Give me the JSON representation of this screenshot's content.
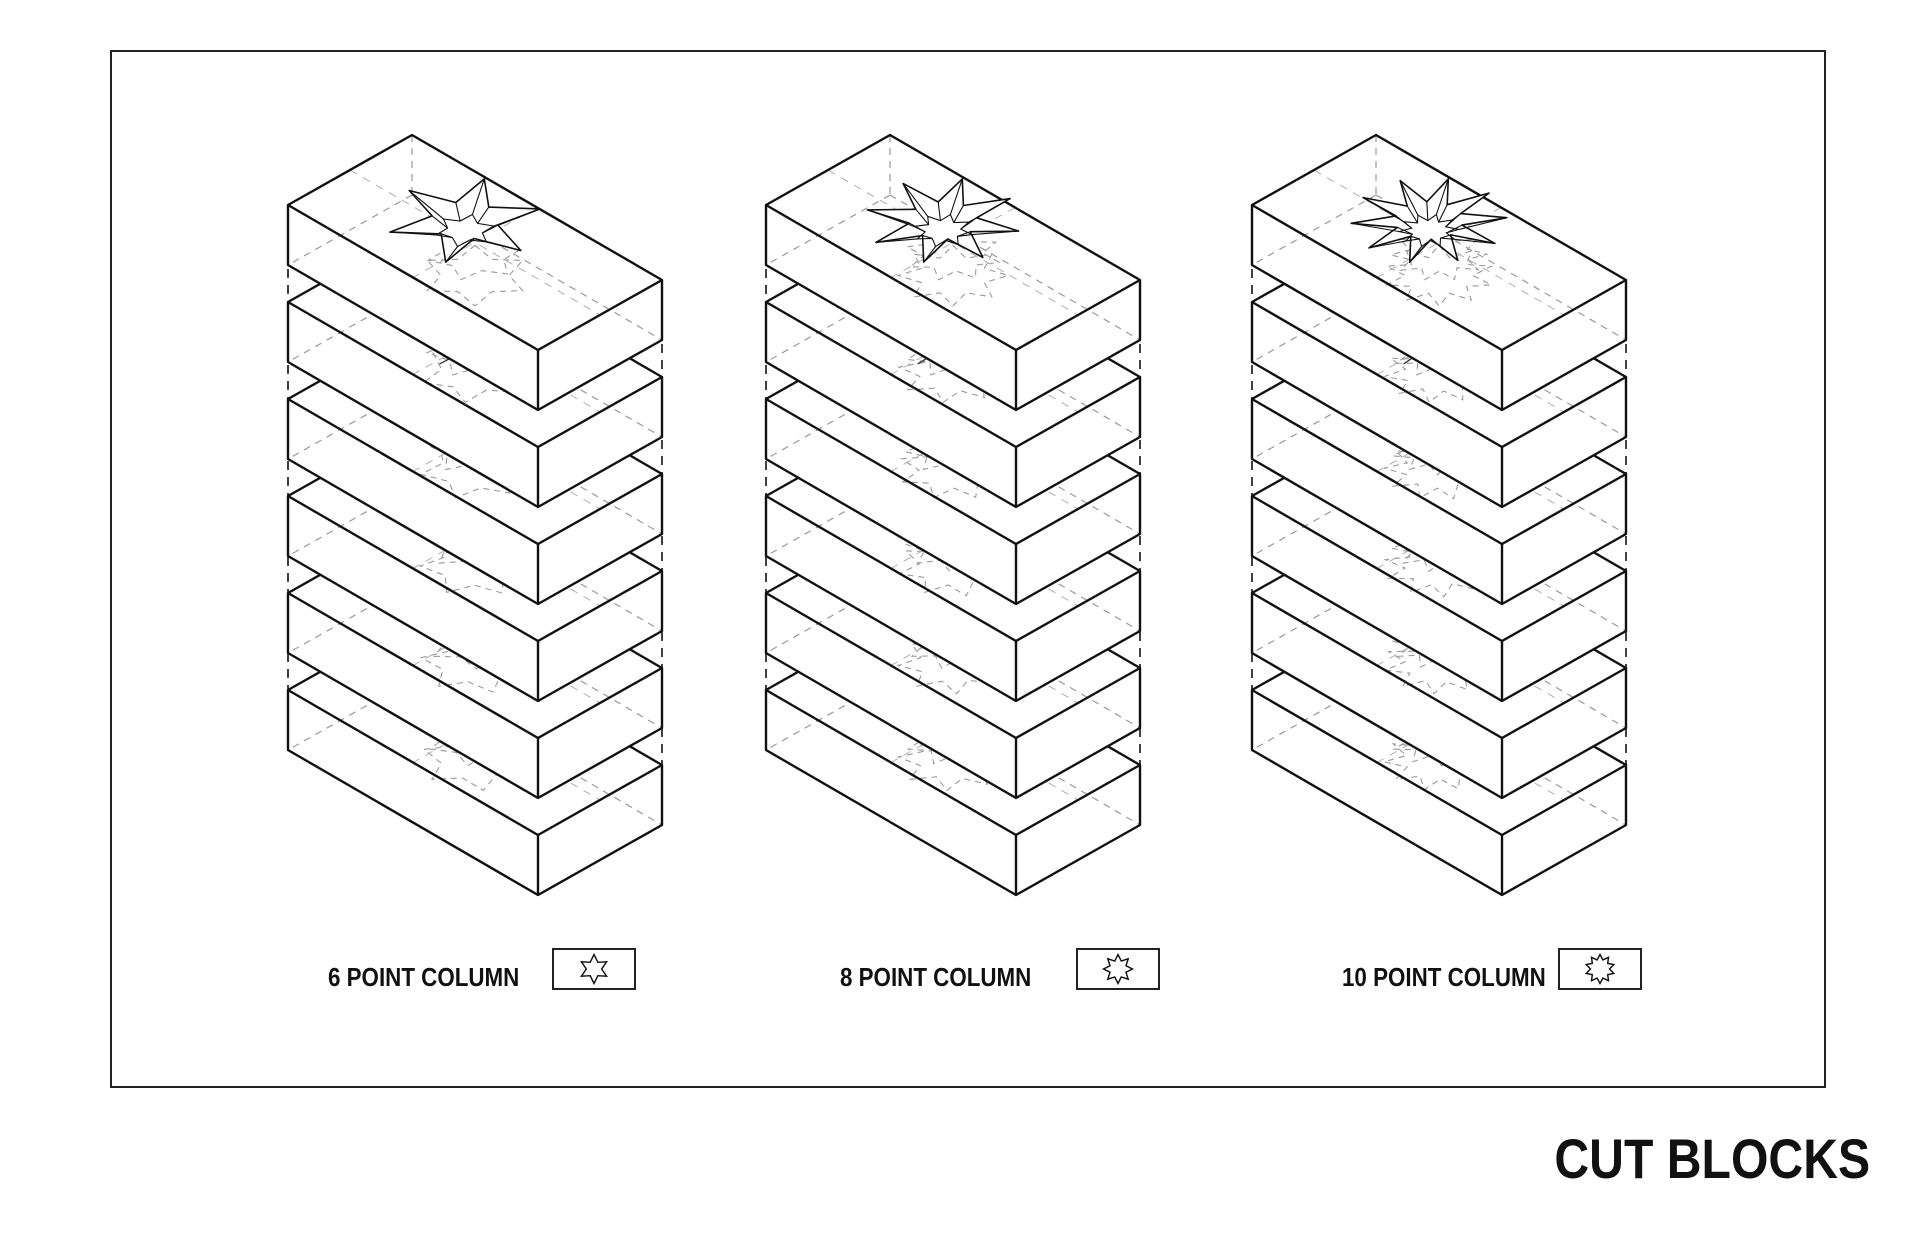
{
  "title": "CUT BLOCKS",
  "columns": [
    {
      "label": "6 POINT COLUMN",
      "points": 6,
      "icon": "six-point-star-icon"
    },
    {
      "label": "8 POINT COLUMN",
      "points": 8,
      "icon": "eight-point-star-icon"
    },
    {
      "label": "10 POINT COLUMN",
      "points": 10,
      "icon": "ten-point-star-icon"
    }
  ],
  "colors": {
    "line": "#111111",
    "hidden_line": "#9a9a9a",
    "background": "#ffffff"
  }
}
